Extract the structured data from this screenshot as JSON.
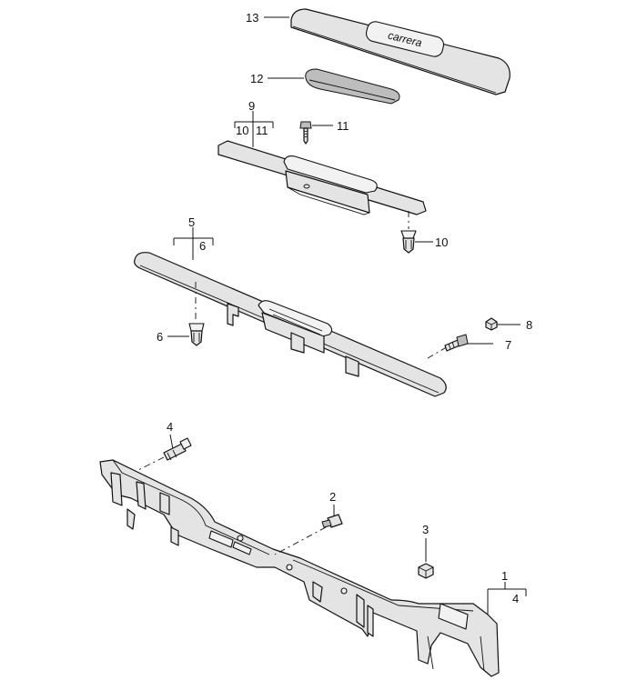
{
  "callouts": {
    "c1": "1",
    "c2": "2",
    "c3": "3",
    "c4a": "4",
    "c4b": "4",
    "c5": "5",
    "c6a": "6",
    "c6b": "6",
    "c7": "7",
    "c8": "8",
    "c9": "9",
    "c10a": "10",
    "c10b": "10",
    "c11a": "11",
    "c11b": "11",
    "c12": "12",
    "c13": "13"
  },
  "badge_text": "carrera"
}
